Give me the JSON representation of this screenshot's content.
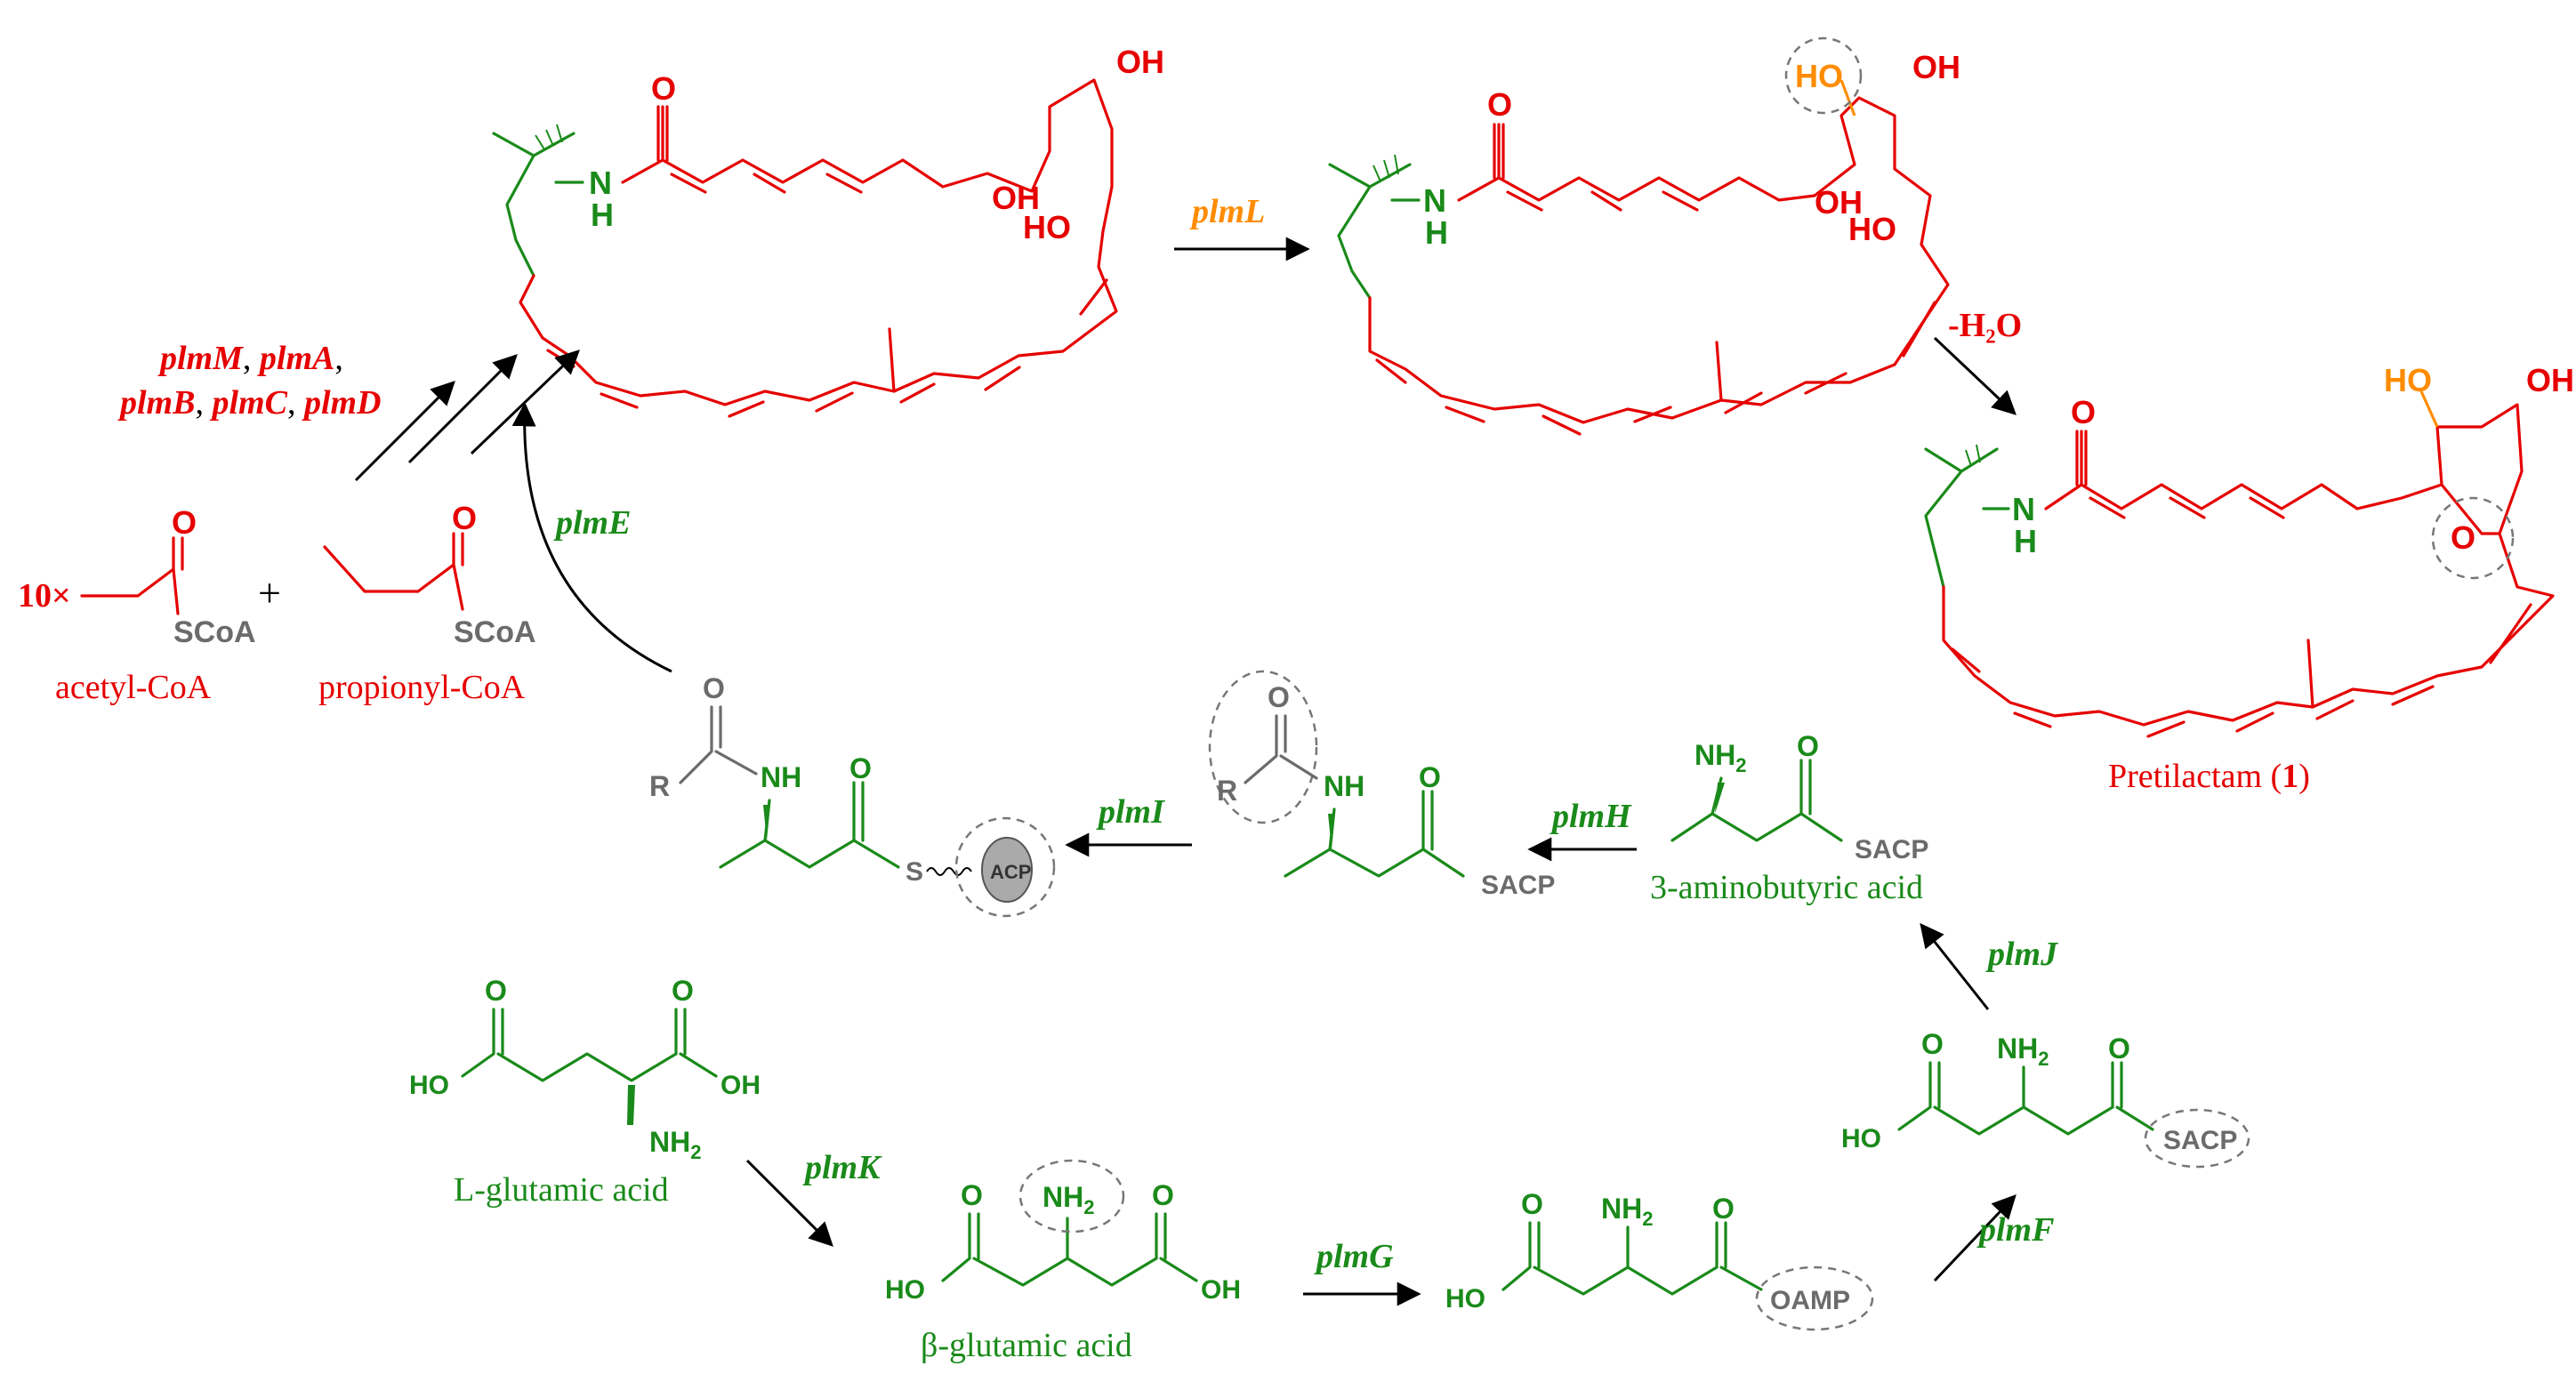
{
  "colors": {
    "red": "#e60000",
    "green": "#1a8a1a",
    "gray": "#6b6b6b",
    "orange": "#ff8c00",
    "black": "#000000"
  },
  "enzymes": {
    "plmL": "plmL",
    "plmE": "plmE",
    "plmI": "plmI",
    "plmH": "plmH",
    "plmJ": "plmJ",
    "plmK": "plmK",
    "plmG": "plmG",
    "plmF": "plmF",
    "pks": {
      "m": "plmM",
      "a": "plmA",
      "b": "plmB",
      "c": "plmC",
      "d": "plmD",
      "sep": ", ",
      "sep_end": ","
    }
  },
  "compounds": {
    "acetyl": "acetyl-CoA",
    "propionyl": "propionyl-CoA",
    "pretilactam": "Pretilactam (",
    "pretilactam_num": "1",
    "pretilactam_close": ")",
    "aminobutyric": "3-aminobutyric acid",
    "lglutamic": "L-glutamic acid",
    "bglutamic": "β-glutamic acid"
  },
  "reagents": {
    "multiplier": "10×",
    "plus": "+",
    "water_loss": "-H₂O"
  },
  "atoms": {
    "O": "O",
    "OH": "OH",
    "HO": "HO",
    "N": "N",
    "H": "H",
    "NH": "NH",
    "NH2": "NH",
    "sub2": "2",
    "SCoA": "SCoA",
    "SACP": "SACP",
    "OAMP": "OAMP",
    "S": "S",
    "ACP": "ACP",
    "R": "R"
  }
}
